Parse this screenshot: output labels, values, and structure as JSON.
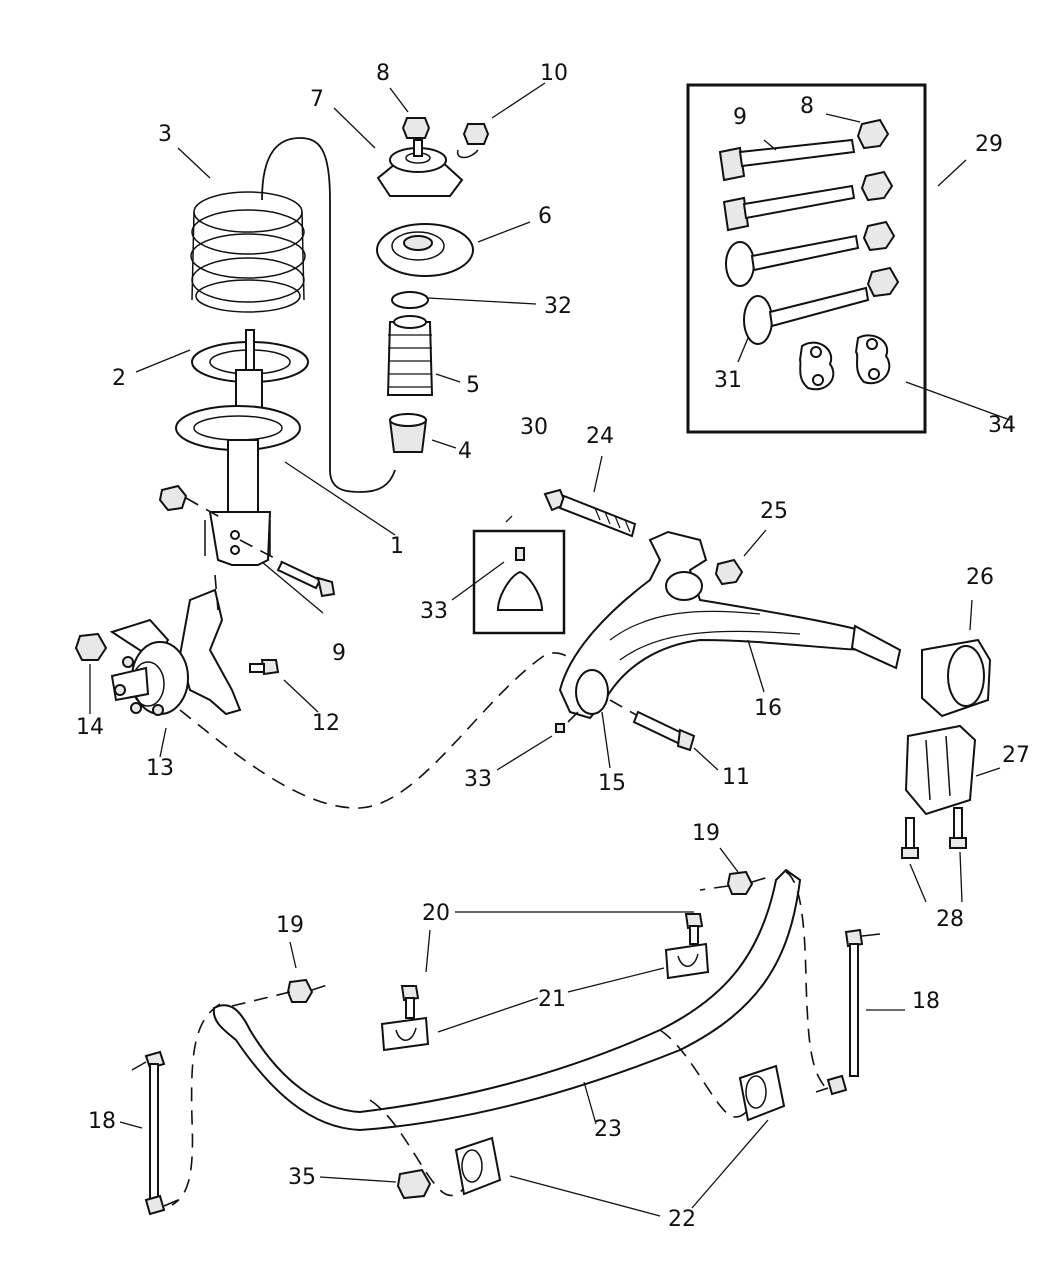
{
  "callouts": [
    {
      "id": "c1",
      "label": "1"
    },
    {
      "id": "c2",
      "label": "2"
    },
    {
      "id": "c3",
      "label": "3"
    },
    {
      "id": "c4",
      "label": "4"
    },
    {
      "id": "c5",
      "label": "5"
    },
    {
      "id": "c6",
      "label": "6"
    },
    {
      "id": "c7",
      "label": "7"
    },
    {
      "id": "c8a",
      "label": "8"
    },
    {
      "id": "c8b",
      "label": "8"
    },
    {
      "id": "c9a",
      "label": "9"
    },
    {
      "id": "c9b",
      "label": "9"
    },
    {
      "id": "c10",
      "label": "10"
    },
    {
      "id": "c11",
      "label": "11"
    },
    {
      "id": "c12",
      "label": "12"
    },
    {
      "id": "c13",
      "label": "13"
    },
    {
      "id": "c14",
      "label": "14"
    },
    {
      "id": "c15",
      "label": "15"
    },
    {
      "id": "c16",
      "label": "16"
    },
    {
      "id": "c18a",
      "label": "18"
    },
    {
      "id": "c18b",
      "label": "18"
    },
    {
      "id": "c19a",
      "label": "19"
    },
    {
      "id": "c19b",
      "label": "19"
    },
    {
      "id": "c20",
      "label": "20"
    },
    {
      "id": "c21",
      "label": "21"
    },
    {
      "id": "c22",
      "label": "22"
    },
    {
      "id": "c23",
      "label": "23"
    },
    {
      "id": "c24",
      "label": "24"
    },
    {
      "id": "c25",
      "label": "25"
    },
    {
      "id": "c26",
      "label": "26"
    },
    {
      "id": "c27",
      "label": "27"
    },
    {
      "id": "c28",
      "label": "28"
    },
    {
      "id": "c29",
      "label": "29"
    },
    {
      "id": "c30",
      "label": "30"
    },
    {
      "id": "c31",
      "label": "31"
    },
    {
      "id": "c33a",
      "label": "33"
    },
    {
      "id": "c33b",
      "label": "33"
    },
    {
      "id": "c34",
      "label": "34"
    },
    {
      "id": "c35",
      "label": "35"
    }
  ]
}
